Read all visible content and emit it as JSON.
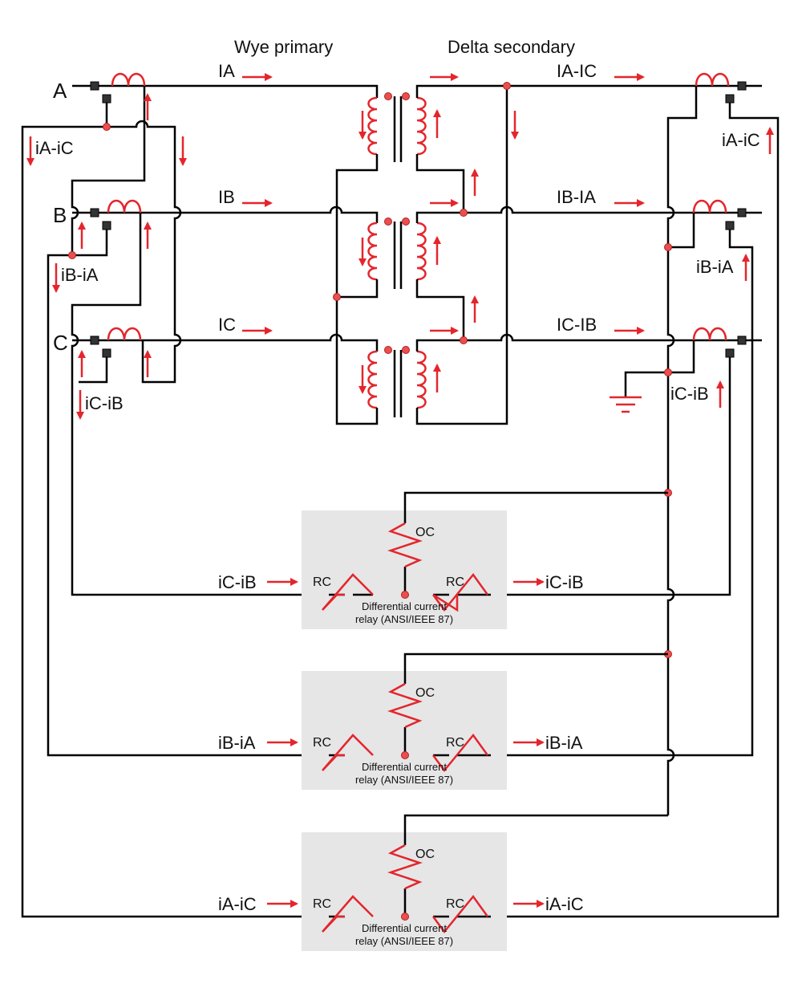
{
  "headings": {
    "primary": "Wye primary",
    "secondary": "Delta secondary"
  },
  "phases": [
    "A",
    "B",
    "C"
  ],
  "relays": [
    {
      "oc": "OC",
      "rc_left": "RC",
      "rc_right": "RC",
      "caption_1": "Differential current",
      "caption_2": "relay (ANSI/IEEE 87)",
      "in": "iC-iB",
      "out": "iC-iB"
    },
    {
      "oc": "OC",
      "rc_left": "RC",
      "rc_right": "RC",
      "caption_1": "Differential current",
      "caption_2": "relay (ANSI/IEEE 87)",
      "in": "iB-iA",
      "out": "iB-iA"
    },
    {
      "oc": "OC",
      "rc_left": "RC",
      "rc_right": "RC",
      "caption_1": "Differential current",
      "caption_2": "relay (ANSI/IEEE 87)",
      "in": "iA-iC",
      "out": "iA-iC"
    }
  ],
  "current_labels": {
    "line_A": "IA",
    "line_B": "IB",
    "line_C": "IC",
    "sec_line_A": "IA-IC",
    "sec_line_B": "IB-IA",
    "sec_line_C": "IC-IB",
    "ct_left_A": "iA-iC",
    "ct_left_B": "iB-iA",
    "ct_left_C": "iC-iB",
    "ct_right_A": "iA-iC",
    "ct_right_B": "iB-iA",
    "ct_right_C": "iC-iB"
  },
  "colors": {
    "accent": "#e3262c",
    "wire": "#000000",
    "relay_box": "#e6e6e7"
  }
}
